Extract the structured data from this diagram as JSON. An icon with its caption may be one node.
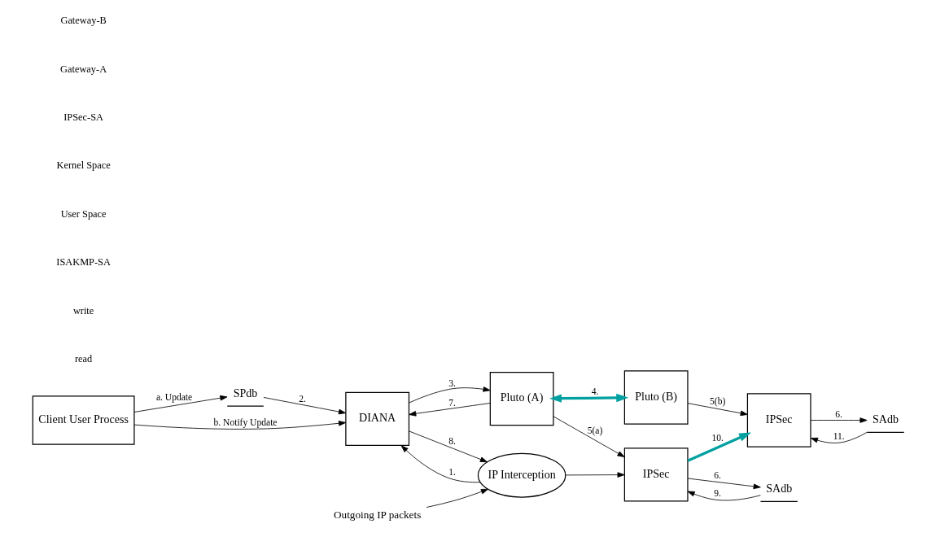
{
  "diagram": {
    "nodes": [
      {
        "text": [
          "Client User Process"
        ]
      },
      {
        "text": [
          "SPdb"
        ]
      },
      {
        "text": [
          "DIANA"
        ]
      },
      {
        "text": [
          "Pluto (A)"
        ]
      },
      {
        "text": [
          "Pluto (B)"
        ]
      },
      {
        "text": [
          "SAdb"
        ]
      },
      {
        "text": [
          "IPSec"
        ]
      },
      {
        "text": [
          "IPSec"
        ]
      },
      {
        "text": [
          "SAdb"
        ]
      },
      {
        "text": [
          "IP Interception"
        ]
      },
      {
        "text": [
          "Outgoing IP packets"
        ]
      }
    ],
    "edges": [
      {
        "from": 0,
        "to": 1,
        "arrow": "to",
        "label": "a. Update"
      },
      {
        "from": 0,
        "to": 2,
        "arrow": "to",
        "label": "b. Notify Update"
      },
      {
        "from": 1,
        "to": 2,
        "arrow": "to",
        "label": "2."
      },
      {
        "from": 2,
        "to": 3,
        "arrow": "to",
        "label": "3."
      },
      {
        "from": 3,
        "to": 2,
        "arrow": "to",
        "label": "7."
      },
      {
        "from": 3,
        "to": 4,
        "arrow": "both",
        "label": "4.",
        "style": "thick",
        "color": "#00a0a0"
      },
      {
        "from": 3,
        "to": 6,
        "arrow": "to",
        "label": "5(a)"
      },
      {
        "from": 4,
        "to": 7,
        "arrow": "to",
        "label": "5(b)"
      },
      {
        "from": 9,
        "to": 2,
        "arrow": "to",
        "label": "1."
      },
      {
        "from": 2,
        "to": 9,
        "arrow": "to",
        "label": "8."
      },
      {
        "from": 6,
        "to": 5,
        "arrow": "to",
        "label": "6."
      },
      {
        "from": 5,
        "to": 6,
        "arrow": "to",
        "label": "9."
      },
      {
        "from": 6,
        "to": 7,
        "arrow": "to",
        "label": "10.",
        "style": "thick",
        "color": "#00a0a0"
      },
      {
        "from": 8,
        "to": 7,
        "arrow": "to",
        "label": "11."
      },
      {
        "from": 7,
        "to": 8,
        "arrow": "to",
        "label": "6."
      },
      {
        "from": 10,
        "to": 9,
        "arrow": "to"
      },
      {
        "from": 9,
        "to": 6,
        "arrow": "to"
      }
    ],
    "labels": [
      "read",
      "write",
      "ISAKMP-SA",
      "User Space",
      "Kernel Space",
      "IPSec-SA",
      "Gateway-A",
      "Gateway-B"
    ]
  }
}
